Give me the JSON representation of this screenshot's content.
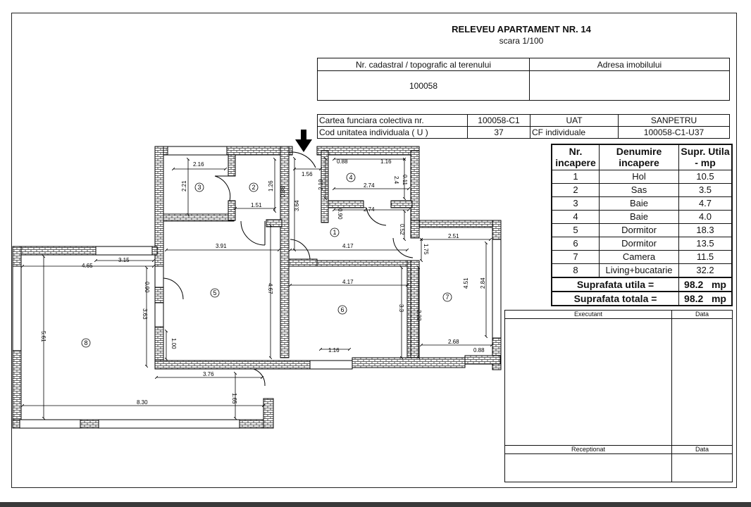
{
  "header": {
    "title": "RELEVEU APARTAMENT NR. 14",
    "scale": "scara 1/100"
  },
  "cadastral": {
    "col1_header": "Nr. cadastral  / topografic al terenului",
    "col2_header": "Adresa imobilului",
    "col1_value": "100058",
    "col2_value": ""
  },
  "cf": {
    "row1": [
      "Cartea funciara colectiva nr.",
      "100058-C1",
      "UAT",
      "SANPETRU"
    ],
    "row2": [
      "Cod unitatea individuala ( U )",
      "37",
      "CF individuale",
      "100058-C1-U37"
    ]
  },
  "rooms_table": {
    "headers": [
      "Nr. incapere",
      "Denumire incapere",
      "Supr. Utila - mp"
    ],
    "rows": [
      [
        "1",
        "Hol",
        "10.5"
      ],
      [
        "2",
        "Sas",
        "3.5"
      ],
      [
        "3",
        "Baie",
        "4.7"
      ],
      [
        "4",
        "Baie",
        "4.0"
      ],
      [
        "5",
        "Dormitor",
        "18.3"
      ],
      [
        "6",
        "Dormitor",
        "13.5"
      ],
      [
        "7",
        "Camera",
        "11.5"
      ],
      [
        "8",
        "Living+bucatarie",
        "32.2"
      ]
    ],
    "totals": [
      {
        "label": "Suprafata  utila =",
        "value": "98.2",
        "unit": "mp"
      },
      {
        "label": "Suprafata  totala =",
        "value": "98.2",
        "unit": "mp"
      }
    ]
  },
  "signature_table": {
    "executant": "Executant",
    "data1": "Data",
    "receptionat": "Receptionat",
    "data2": "Data"
  },
  "plan": {
    "room_numbers": [
      "1",
      "2",
      "3",
      "4",
      "5",
      "6",
      "7",
      "8"
    ],
    "dimensions": [
      "2.16",
      "2.21",
      "1.26",
      "1.51",
      "0.88",
      "1.56",
      "3.64",
      "2.19",
      "0.88",
      "1.16",
      "0.11",
      "2.4",
      "2.74",
      "0.90",
      "2.74",
      "0.52",
      "2.51",
      "1.75",
      "3.91",
      "4.17",
      "4.17",
      "4.65",
      "3.15",
      "0.90",
      "3.63",
      "1.00",
      "5.61",
      "4.67",
      "3.3",
      "2.22",
      "4.51",
      "2.84",
      "1.16",
      "2.68",
      "0.88",
      "3.76",
      "1.65",
      "8.30"
    ]
  }
}
